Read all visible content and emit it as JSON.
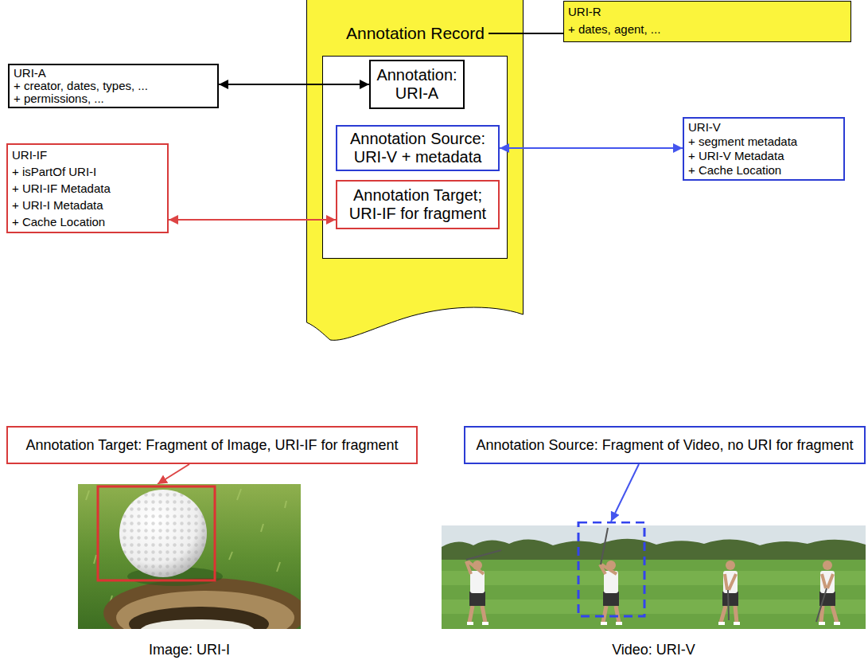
{
  "diagram": {
    "nodes": [
      {
        "text": [
          "Annotation Record"
        ]
      },
      {
        "text": [
          "Annotation: URI-A"
        ],
        "in": 0
      },
      {
        "text": [
          "Annotation Source: URI-V + metadata"
        ],
        "in": 0
      },
      {
        "text": [
          "Annotation Target; URI-IF for fragment"
        ],
        "in": 0
      },
      {
        "text": [
          "URI-R",
          "+ dates, agent, ..."
        ]
      },
      {
        "text": [
          "URI-A",
          "+ creator, dates, types, ...",
          "+ permissions, ..."
        ]
      },
      {
        "text": [
          "URI-V",
          "+ segment metadata",
          "+ URI-V Metadata",
          "+ Cache Location"
        ]
      },
      {
        "text": [
          "URI-IF",
          "+ isPartOf URI-I",
          "+ URI-IF Metadata",
          "+ URI-I Metadata",
          "+ Cache Location"
        ]
      },
      {
        "text": [
          "Annotation Target: Fragment of Image, URI-IF for fragment"
        ]
      },
      {
        "text": [
          "Annotation Source: Fragment of Video, no URI for fragment"
        ]
      },
      {
        "text": [
          "Image: URI-I"
        ]
      },
      {
        "text": [
          "Video: URI-V"
        ]
      }
    ],
    "edges": [
      {
        "from": 0,
        "to": 4,
        "arrow": "none"
      },
      {
        "from": 5,
        "to": 1,
        "arrow": "both"
      },
      {
        "from": 2,
        "to": 6,
        "arrow": "both"
      },
      {
        "from": 7,
        "to": 3,
        "arrow": "both"
      },
      {
        "from": 8,
        "to": 10,
        "arrow": "to"
      },
      {
        "from": 9,
        "to": 11,
        "arrow": "to"
      }
    ]
  }
}
